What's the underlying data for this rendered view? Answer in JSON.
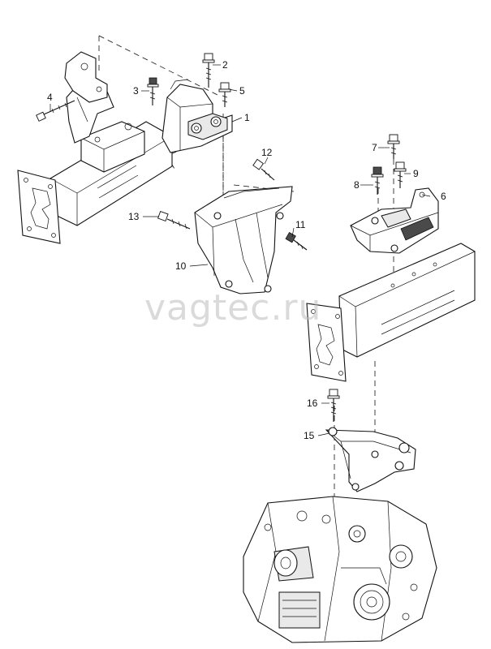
{
  "watermark": "vagtec.ru",
  "callouts": {
    "c1": "1",
    "c2": "2",
    "c3": "3",
    "c4": "4",
    "c5": "5",
    "c6": "6",
    "c7": "7",
    "c8": "8",
    "c9": "9",
    "c10": "10",
    "c11": "11",
    "c12": "12",
    "c13": "13",
    "c15": "15",
    "c16": "16"
  }
}
